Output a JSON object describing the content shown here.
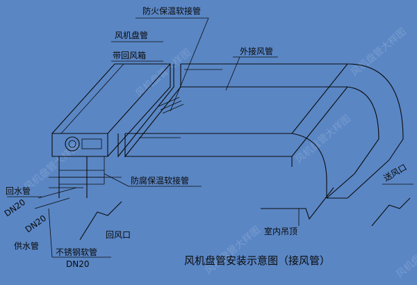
{
  "colors": {
    "background": "#5a86c4",
    "ink": "#0a0a0a"
  },
  "labels": {
    "fire_flex": "防火保温软接管",
    "fan_coil": "风机盘管",
    "return_box": "带回风箱",
    "outer_duct": "外接风管",
    "corrosion_flex": "防腐保温软接管",
    "return_pipe": "回水管",
    "return_dn": "DN20",
    "supply_dn": "DN20",
    "supply_pipe": "供水管",
    "return_outlet": "回风口",
    "stainless_flex": "不锈钢软管",
    "stainless_dn": "DN20",
    "ceiling": "室内吊顶",
    "supply_air": "送风口",
    "caption": "风机盘管安装示意图（接风管）"
  },
  "watermark": "风机盘管大样图"
}
